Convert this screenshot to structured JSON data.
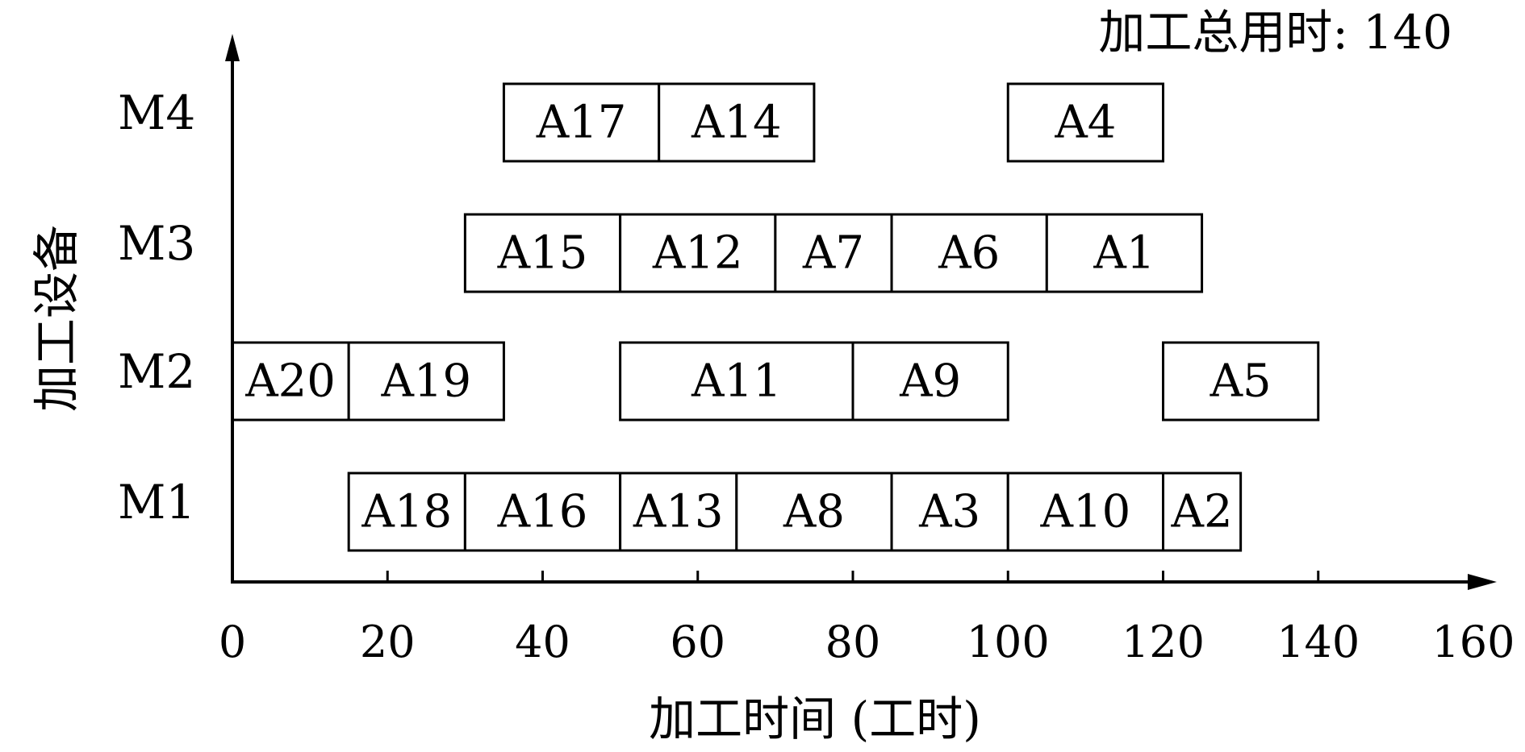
{
  "chart_data": {
    "type": "gantt",
    "annotation": "加工总用时: 140",
    "xlabel": "加工时间 (工时)",
    "ylabel": "加工设备",
    "xlim": [
      0,
      160
    ],
    "x_ticks": [
      0,
      20,
      40,
      60,
      80,
      100,
      120,
      140,
      160
    ],
    "machines": [
      "M1",
      "M2",
      "M3",
      "M4"
    ],
    "tasks": [
      {
        "machine": "M1",
        "label": "A18",
        "start": 15,
        "end": 30
      },
      {
        "machine": "M1",
        "label": "A16",
        "start": 30,
        "end": 50
      },
      {
        "machine": "M1",
        "label": "A13",
        "start": 50,
        "end": 65
      },
      {
        "machine": "M1",
        "label": "A8",
        "start": 65,
        "end": 85
      },
      {
        "machine": "M1",
        "label": "A3",
        "start": 85,
        "end": 100
      },
      {
        "machine": "M1",
        "label": "A10",
        "start": 100,
        "end": 120
      },
      {
        "machine": "M1",
        "label": "A2",
        "start": 120,
        "end": 130
      },
      {
        "machine": "M2",
        "label": "A20",
        "start": 0,
        "end": 15
      },
      {
        "machine": "M2",
        "label": "A19",
        "start": 15,
        "end": 35
      },
      {
        "machine": "M2",
        "label": "A11",
        "start": 50,
        "end": 80
      },
      {
        "machine": "M2",
        "label": "A9",
        "start": 80,
        "end": 100
      },
      {
        "machine": "M2",
        "label": "A5",
        "start": 120,
        "end": 140
      },
      {
        "machine": "M3",
        "label": "A15",
        "start": 30,
        "end": 50
      },
      {
        "machine": "M3",
        "label": "A12",
        "start": 50,
        "end": 70
      },
      {
        "machine": "M3",
        "label": "A7",
        "start": 70,
        "end": 85
      },
      {
        "machine": "M3",
        "label": "A6",
        "start": 85,
        "end": 105
      },
      {
        "machine": "M3",
        "label": "A1",
        "start": 105,
        "end": 125
      },
      {
        "machine": "M4",
        "label": "A17",
        "start": 35,
        "end": 55
      },
      {
        "machine": "M4",
        "label": "A14",
        "start": 55,
        "end": 75
      },
      {
        "machine": "M4",
        "label": "A4",
        "start": 100,
        "end": 120
      }
    ]
  }
}
